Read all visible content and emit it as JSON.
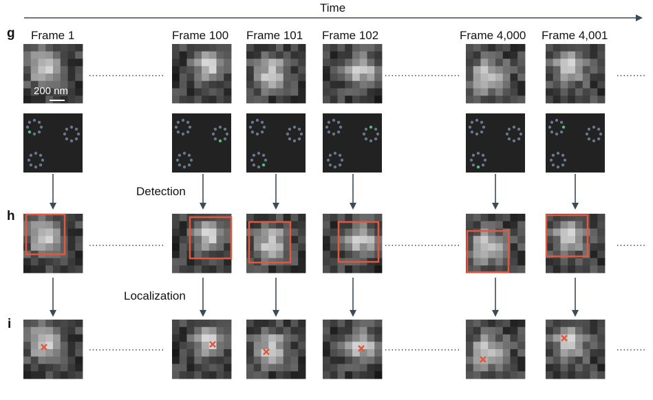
{
  "axis_label": "Time",
  "panel_labels": {
    "g": "g",
    "h": "h",
    "i": "i"
  },
  "frames": [
    "Frame 1",
    "Frame 100",
    "Frame 101",
    "Frame 102",
    "Frame 4,000",
    "Frame 4,001"
  ],
  "steps": {
    "detection": "Detection",
    "localization": "Localization"
  },
  "scale_bar": "200 nm",
  "colors": {
    "arrow": "#3a4a57",
    "box": "#e2583e",
    "panel_bg": "#222222",
    "ring_dot": "#66788a",
    "active_dot": "#4cc27a"
  },
  "active_emitter": [
    {
      "ring": 0,
      "dot": 3
    },
    {
      "ring": 1,
      "dot": 2
    },
    {
      "ring": 2,
      "dot": 1
    },
    {
      "ring": 1,
      "dot": 6
    },
    {
      "ring": 2,
      "dot": 2
    },
    {
      "ring": 0,
      "dot": 0
    }
  ]
}
